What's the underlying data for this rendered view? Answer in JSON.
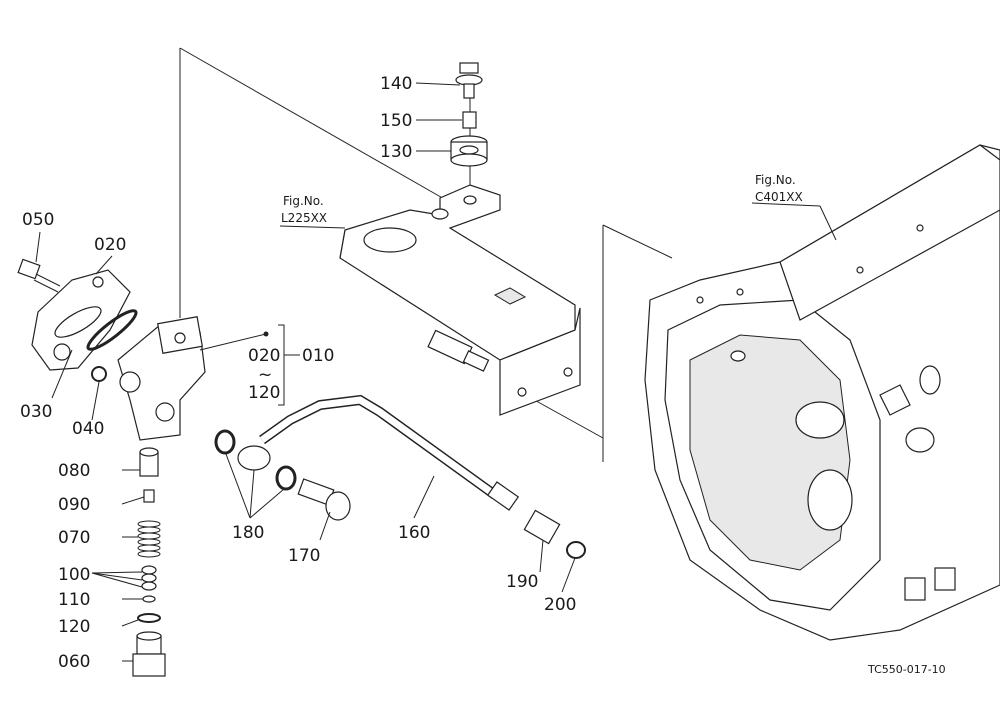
{
  "callouts": {
    "p140": "140",
    "p150": "150",
    "p130": "130",
    "p050": "050",
    "p020": "020",
    "p030": "030",
    "p040": "040",
    "p020r": "020",
    "tilde": "~",
    "p120r": "120",
    "p010": "010",
    "p080": "080",
    "p090": "090",
    "p070": "070",
    "p100": "100",
    "p110": "110",
    "p120": "120",
    "p060": "060",
    "p180": "180",
    "p170": "170",
    "p160": "160",
    "p190": "190",
    "p200": "200"
  },
  "figure_refs": {
    "left_caption": "Fig.No.",
    "left_code": "L225XX",
    "right_caption": "Fig.No.",
    "right_code": "C401XX"
  },
  "drawing_code": "TC550-017-10"
}
